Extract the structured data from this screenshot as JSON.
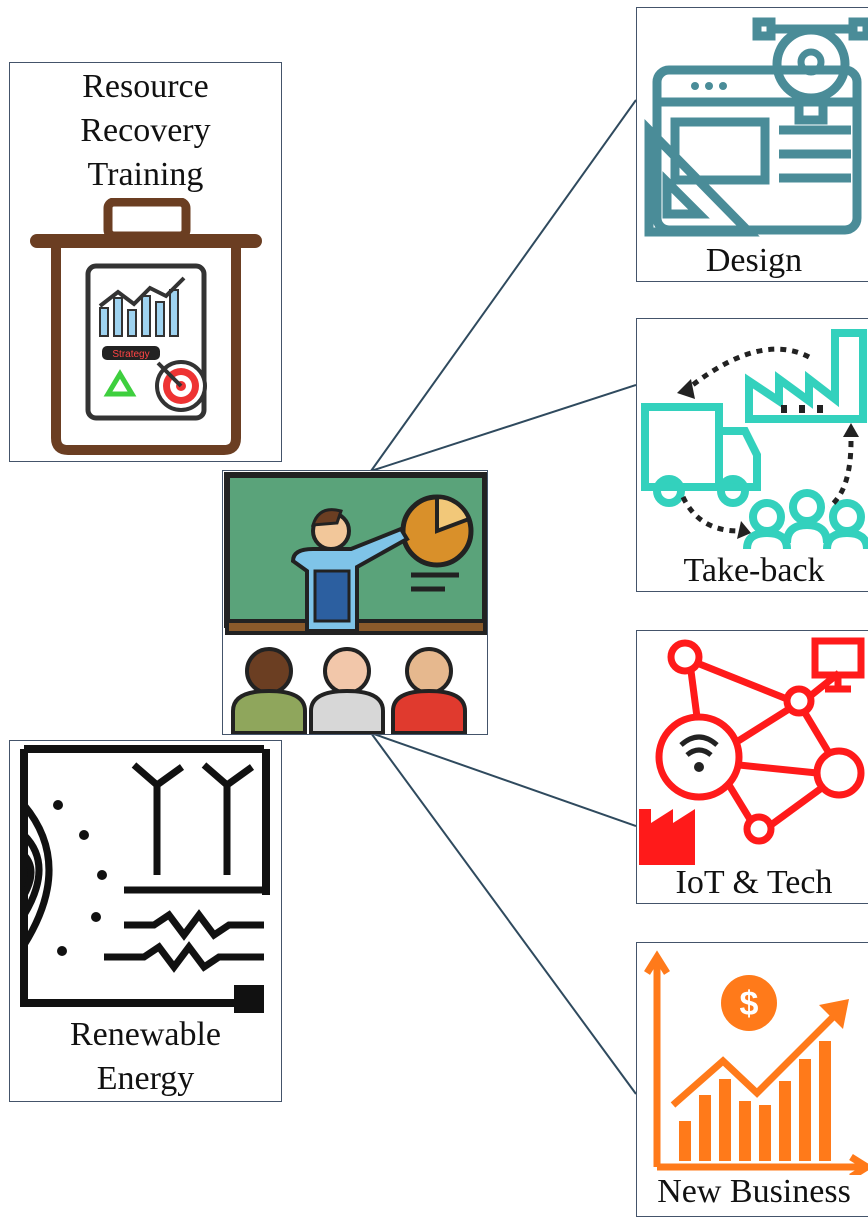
{
  "title_box": {
    "line1": "Resource",
    "line2": "Recovery",
    "line3": "Training",
    "badge_text": "Strategy"
  },
  "renewable": {
    "line1": "Renewable",
    "line2": "Energy"
  },
  "branches": [
    {
      "label": "Design",
      "color": "#4a8c98"
    },
    {
      "label": "Take-back",
      "color": "#33d1bd"
    },
    {
      "label": "IoT & Tech",
      "color": "#ff1a1a"
    },
    {
      "label": "New Business",
      "color": "#ff7a1a"
    }
  ],
  "colors": {
    "connector": "#2f4a5e",
    "box_border": "#44546a",
    "board_green": "#5aa37a",
    "bin_brown": "#6b3e22"
  }
}
